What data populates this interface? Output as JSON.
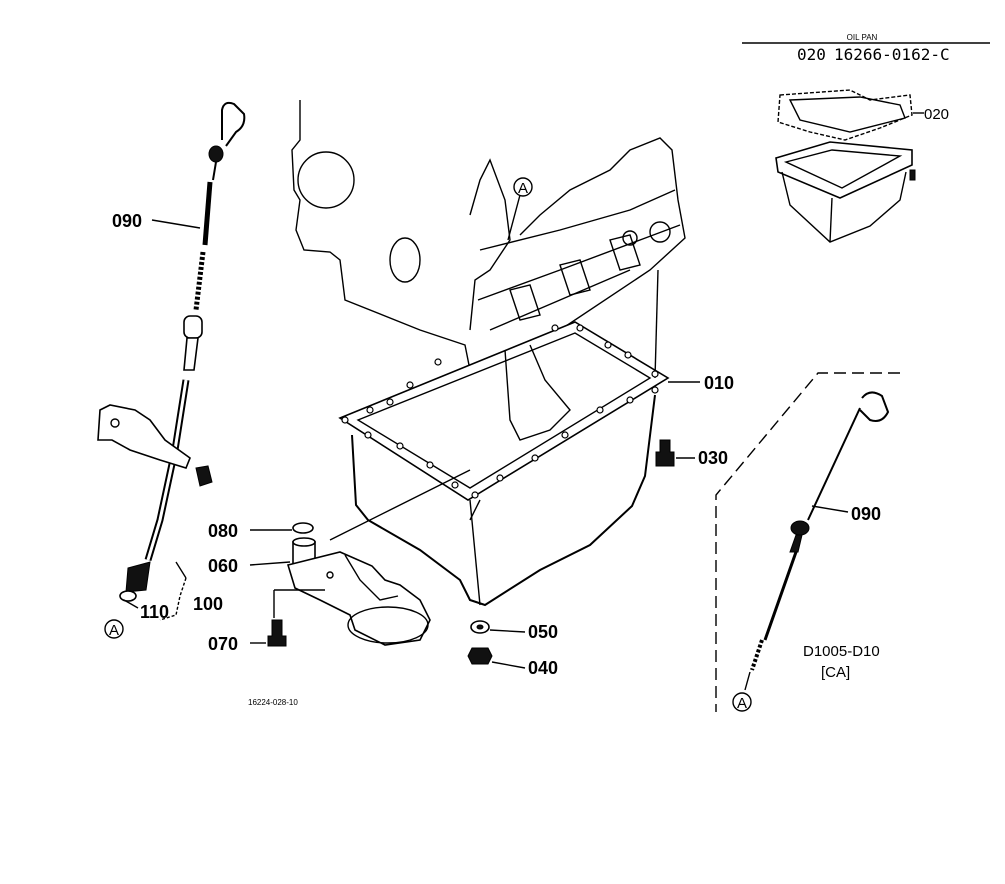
{
  "header": {
    "caption": "OIL PAN",
    "ref_number": "020",
    "part_number": "16266-0162-C"
  },
  "callouts": {
    "p010": "010",
    "p020": "020",
    "p030": "030",
    "p040": "040",
    "p050": "050",
    "p060": "060",
    "p070": "070",
    "p080": "080",
    "p090_left": "090",
    "p090_right": "090",
    "p100": "100",
    "p110": "110"
  },
  "markers": {
    "a_top": "A",
    "a_left": "A",
    "a_right": "A"
  },
  "variant": {
    "model": "D1005-D10",
    "spec": "[CA]"
  },
  "drawing_code": "16224-028-10",
  "icons": [
    "oil-pan-drawing",
    "dipstick-drawing",
    "oil-strainer-drawing",
    "drain-plug-drawing",
    "engine-block-drawing"
  ]
}
